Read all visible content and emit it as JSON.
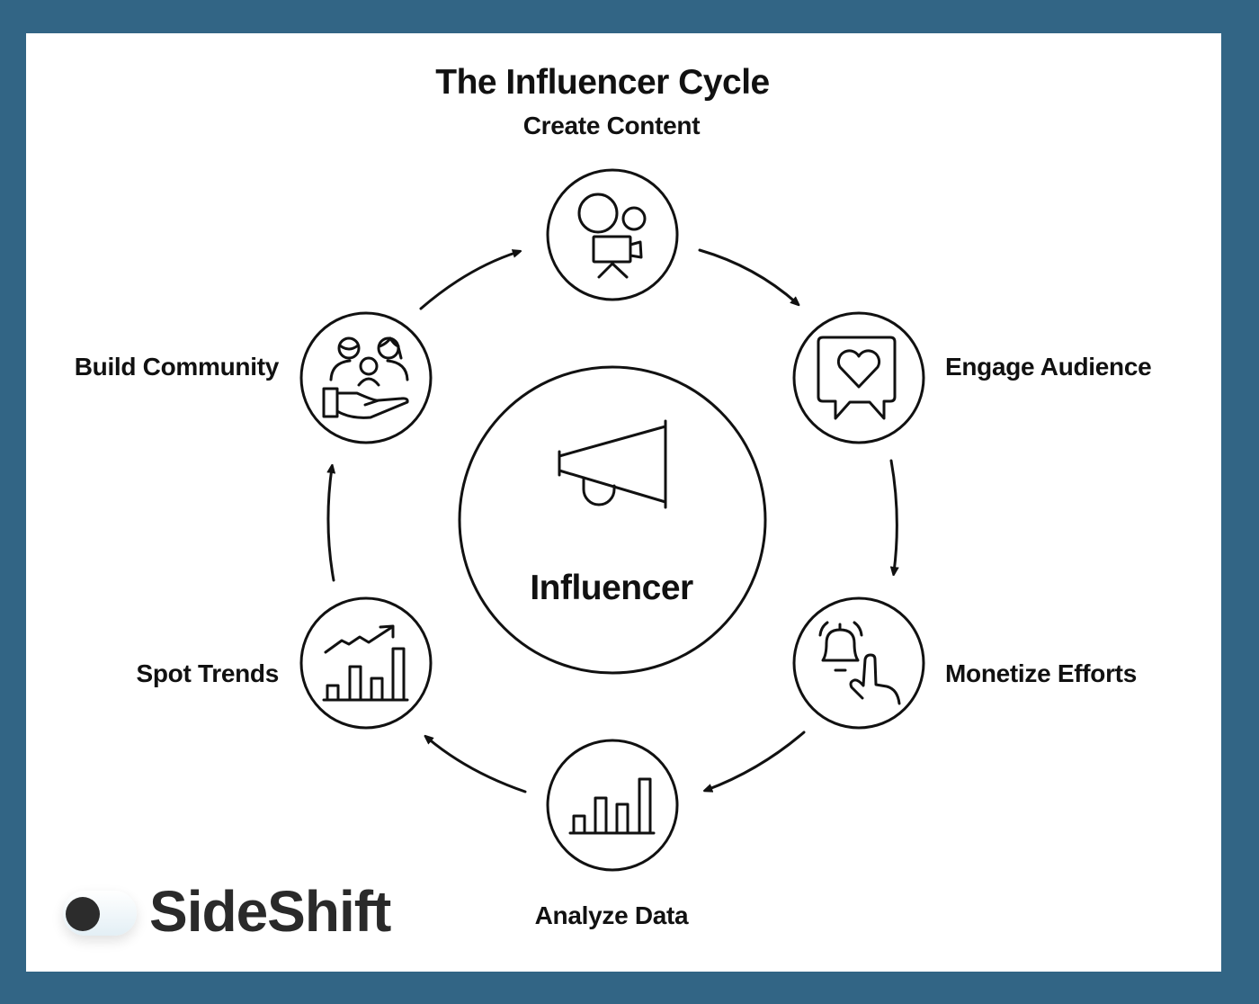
{
  "diagram": {
    "title": "The Influencer Cycle",
    "center": {
      "label": "Influencer",
      "icon": "megaphone-icon"
    },
    "steps": [
      {
        "label": "Create Content",
        "icon": "video-camera-icon"
      },
      {
        "label": "Engage Audience",
        "icon": "heart-chat-icon"
      },
      {
        "label": "Monetize Efforts",
        "icon": "bell-tap-icon"
      },
      {
        "label": "Analyze Data",
        "icon": "bar-chart-icon"
      },
      {
        "label": "Spot Trends",
        "icon": "trend-chart-icon"
      },
      {
        "label": "Build Community",
        "icon": "community-hand-icon"
      }
    ],
    "flow": "clockwise"
  },
  "branding": {
    "name": "SideShift"
  },
  "colors": {
    "border": "#326585",
    "background": "#ffffff",
    "ink": "#111111"
  }
}
